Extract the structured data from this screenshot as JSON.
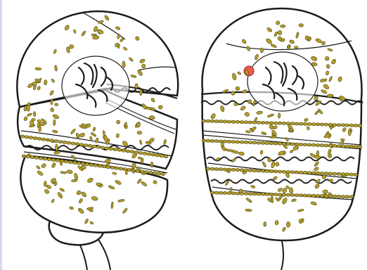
{
  "figure": {
    "cells": [
      {
        "id": "left",
        "view": "tilted",
        "eyespot": false
      },
      {
        "id": "right",
        "view": "frontal",
        "eyespot": true
      }
    ]
  },
  "colors": {
    "background": "#ffffff",
    "outline": "#1b1b1b",
    "granule_fill": "#b39e2a",
    "granule_stroke": "#4d4512",
    "eyespot_fill": "#ef5a4c",
    "eyespot_stroke": "#9c2a22",
    "page_edge": "#d7d9ec"
  }
}
